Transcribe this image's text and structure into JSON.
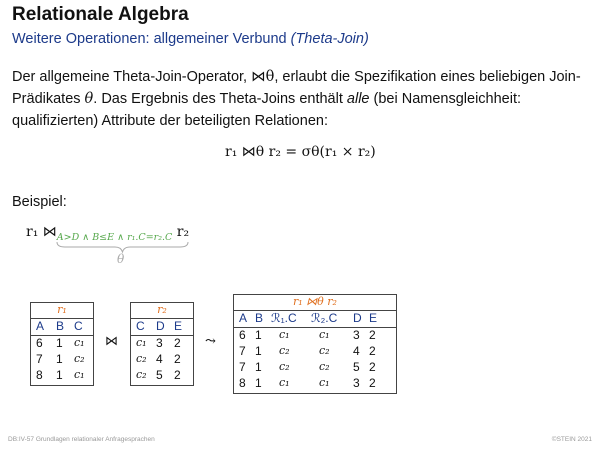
{
  "header": {
    "title": "Relationale Algebra",
    "subtitle_prefix": "Weitere Operationen: allgemeiner Verbund ",
    "subtitle_italic": "(Theta-Join)"
  },
  "intro": {
    "p1": "Der allgemeine Theta-Join-Operator, ",
    "op_symbol": "⋈θ",
    "p2": ", erlaubt die Spezifikation eines beliebigen Join-Prädikates ",
    "theta": "θ",
    "p3": ". Das Ergebnis des Theta-Joins enthält ",
    "alle": "alle",
    "p4": " (bei Namensgleichheit: qualifizierten) Attribute der beteiligten Relationen:"
  },
  "formula": "r₁ ⋈θ r₂  =  σθ(r₁ × r₂)",
  "example": {
    "label": "Beispiel:",
    "left": "r₁ ⋈",
    "condition": "A>D ∧ B≤E ∧ r₁.C=r₂.C",
    "right": "r₂",
    "brace_label": "θ"
  },
  "tables": {
    "r1": {
      "name": "r₁",
      "columns": [
        "A",
        "B",
        "C"
      ],
      "rows": [
        [
          "6",
          "1",
          "c₁"
        ],
        [
          "7",
          "1",
          "c₂"
        ],
        [
          "8",
          "1",
          "c₁"
        ]
      ]
    },
    "join_op": "⋈",
    "r2": {
      "name": "r₂",
      "columns": [
        "C",
        "D",
        "E"
      ],
      "rows": [
        [
          "c₁",
          "3",
          "2"
        ],
        [
          "c₂",
          "4",
          "2"
        ],
        [
          "c₂",
          "5",
          "2"
        ]
      ]
    },
    "result_arrow": "⤳",
    "result": {
      "name": "r₁ ⋈θ r₂",
      "columns": [
        "A",
        "B",
        "ℛ₁.C",
        "ℛ₂.C",
        "D",
        "E"
      ],
      "rows": [
        [
          "6",
          "1",
          "c₁",
          "c₁",
          "3",
          "2"
        ],
        [
          "7",
          "1",
          "c₂",
          "c₂",
          "4",
          "2"
        ],
        [
          "7",
          "1",
          "c₂",
          "c₂",
          "5",
          "2"
        ],
        [
          "8",
          "1",
          "c₁",
          "c₁",
          "3",
          "2"
        ]
      ]
    }
  },
  "footer": {
    "left": "DB:IV-57    Grundlagen relationaler Anfragesprachen",
    "right": "©STEIN 2021"
  }
}
